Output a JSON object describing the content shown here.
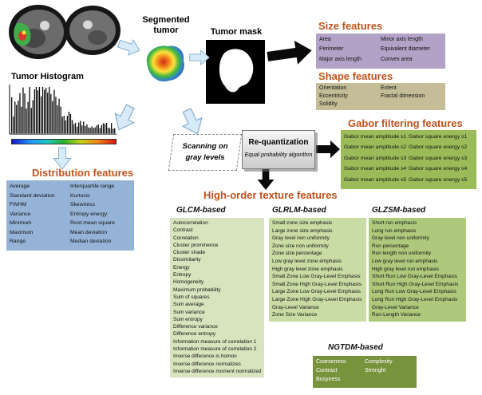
{
  "images": {
    "segmented_tumor_label": "Segmented tumor",
    "tumor_mask_label": "Tumor mask",
    "tumor_histogram_label": "Tumor Histogram"
  },
  "size_features": {
    "title": "Size features",
    "col1": [
      "Area",
      "Perimeter",
      "Major axis length"
    ],
    "col2": [
      "Minor axis length",
      "Equivalent diameter",
      "Convex area"
    ]
  },
  "shape_features": {
    "title": "Shape features",
    "col1": [
      "Orientation",
      "Eccentricity",
      "Solidity"
    ],
    "col2": [
      "Extent",
      "Fractal dimension"
    ]
  },
  "scanning": {
    "line1": "Scanning on",
    "line2": "gray levels"
  },
  "requantization": {
    "title": "Re-quantization",
    "subtitle": "Equal probability algorithm"
  },
  "gabor_features": {
    "title": "Gabor filtering features",
    "col1": [
      "Gabor mean amplitude s1",
      "Gabor mean amplitude s2",
      "Gabor mean amplitude s3",
      "Gabor mean amplitude s4",
      "Gabor mean amplitude s5"
    ],
    "col2": [
      "Gabor square energy s1",
      "Gabor square energy s2",
      "Gabor square energy s3",
      "Gabor square energy s4",
      "Gabor square energy s5"
    ]
  },
  "distribution_features": {
    "title": "Distribution features",
    "col1": [
      "Average",
      "Standard deviation",
      "FWHM",
      "Variance",
      "Minimum",
      "Maximum",
      "Range"
    ],
    "col2": [
      "Interquartile range",
      "Kurtosis",
      "Skewness",
      "Entropy energy",
      "Root mean square",
      "Mean deviation",
      "Median deviation"
    ]
  },
  "high_order": {
    "title": "High-order texture features"
  },
  "glcm": {
    "title": "GLCM-based",
    "items": [
      "Autocorrelation",
      "Contrast",
      "Correlation",
      "Cluster prominence",
      "Cluster shade",
      "Dissimilarity",
      "Energy",
      "Entropy",
      "Homogeneity",
      "Maximum probability",
      "Sum of squares",
      "Sum average",
      "Sum variance",
      "Sum entropy",
      "Difference variance",
      "Difference entropy",
      "Information measure of correlation 1",
      "Information measure of correlation 2",
      "Inverse difference is homon",
      "Inverse difference normalizes",
      "Inverse difference moment normalized"
    ]
  },
  "glrlm": {
    "title": "GLRLM-based",
    "items": [
      "Small zone size emphasis",
      "Large zone size emphasis",
      "Gray level non uniformity",
      "Zone size non uniformity",
      "Zone size percentage",
      "Low gray level zone emphasis",
      "High gray level zone emphasis",
      "Small Zone Low Gray-Level Emphasis",
      "Small Zone High Gray-Level Emphasis",
      "Large Zone Low Gray-Level Emphasis",
      "Large Zone High Gray-Level Emphasis",
      "Gray-Level Variance",
      "Zone Size Variance"
    ]
  },
  "glzsm": {
    "title": "GLZSM-based",
    "items": [
      "Short run emphasis",
      "Long run emphasis",
      "Gray level non uniformity",
      "Run percentage",
      "Run length non uniformity",
      "Low gray level run emphasis",
      "High gray level run emphasis",
      "Short Run Low Gray-Level Emphasis",
      "Short Run High Gray-Level Emphasis",
      "Long Run Low Gray-Level Emphasis",
      "Long Run High Gray-Level Emphasis",
      "Gray-Level Variance",
      "Run-Length Variance"
    ]
  },
  "ngtdm": {
    "title": "NGTDM-based",
    "col1": [
      "Coarseness",
      "Contrast",
      "Busyness"
    ],
    "col2": [
      "Complexity",
      "Strenght"
    ]
  },
  "colors": {
    "heading_orange": "#C0531C",
    "size_box": "#B2A2C7",
    "shape_box": "#C4BD97",
    "gabor_box": "#9BBB59",
    "distribution_box": "#95B3D7",
    "glcm_box": "#D7E4BD",
    "glrlm_box": "#C9DCA4",
    "glzsm_box": "#AFC97C",
    "ngtdm_box": "#77933C",
    "arrow_blue_fill": "#D6EAF8",
    "arrow_blue_stroke": "#7FA8CC"
  }
}
